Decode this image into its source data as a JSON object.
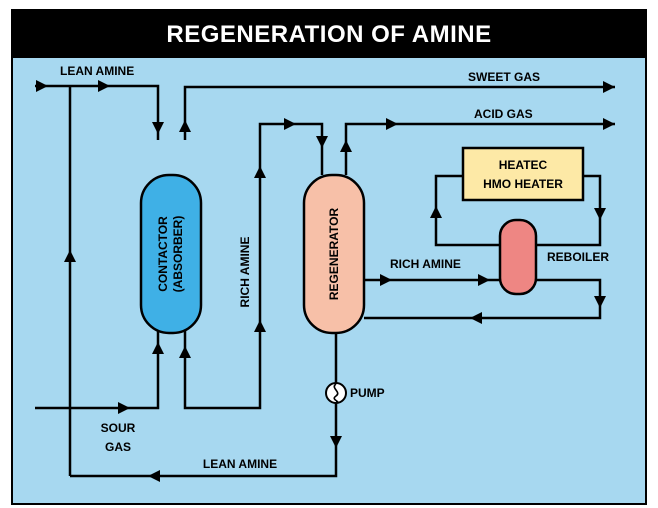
{
  "title": "REGENERATION OF AMINE",
  "labels": {
    "lean_amine_in": "LEAN AMINE",
    "sweet_gas": "SWEET GAS",
    "acid_gas": "ACID GAS",
    "heater_line1": "HEATEC",
    "heater_line2": "HMO HEATER",
    "contactor_line1": "CONTACTOR",
    "contactor_line2": "(ABSORBER)",
    "rich_amine_vertical": "RICH AMINE",
    "regenerator": "REGENERATOR",
    "rich_amine_horizontal": "RICH AMINE",
    "reboiler": "REBOILER",
    "pump": "PUMP",
    "sour_gas_line1": "SOUR",
    "sour_gas_line2": "GAS",
    "lean_amine_return": "LEAN AMINE"
  },
  "colors": {
    "background": "#a7d8f0",
    "contactor": "#3fb0e6",
    "regenerator": "#f7c0a8",
    "reboiler": "#ee8683",
    "heater": "#fde9a6"
  }
}
